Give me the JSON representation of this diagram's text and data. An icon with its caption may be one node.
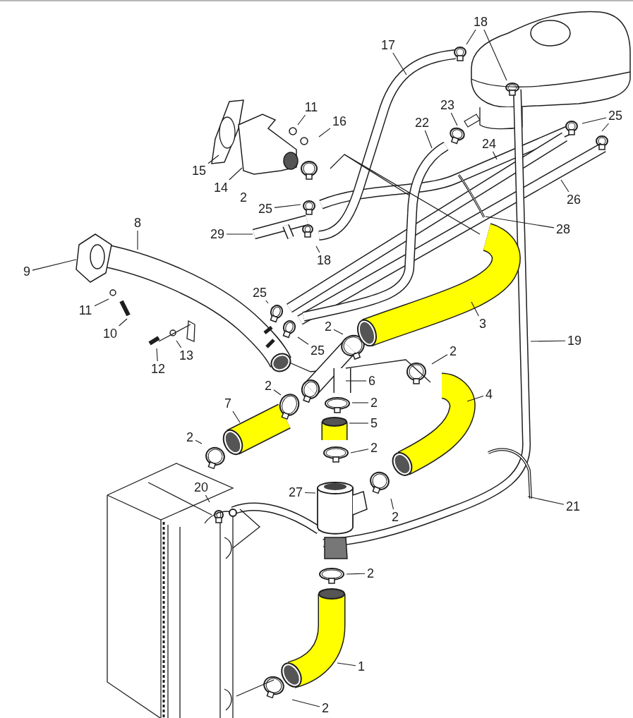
{
  "diagram": {
    "nodes": [
      {
        "text": [
          "18"
        ]
      },
      {
        "text": [
          "17"
        ]
      },
      {
        "text": [
          "11"
        ]
      },
      {
        "text": [
          "16"
        ]
      },
      {
        "text": [
          "23"
        ]
      },
      {
        "text": [
          "22"
        ]
      },
      {
        "text": [
          "25"
        ]
      },
      {
        "text": [
          "24"
        ]
      },
      {
        "text": [
          "15"
        ]
      },
      {
        "text": [
          "14"
        ]
      },
      {
        "text": [
          "26"
        ]
      },
      {
        "text": [
          "25"
        ]
      },
      {
        "text": [
          "28"
        ]
      },
      {
        "text": [
          "29"
        ]
      },
      {
        "text": [
          "18"
        ]
      },
      {
        "text": [
          "8"
        ]
      },
      {
        "text": [
          "9"
        ]
      },
      {
        "text": [
          "11"
        ]
      },
      {
        "text": [
          "25"
        ]
      },
      {
        "text": [
          "10"
        ]
      },
      {
        "text": [
          "3"
        ]
      },
      {
        "text": [
          "2"
        ]
      },
      {
        "text": [
          "19"
        ]
      },
      {
        "text": [
          "13"
        ]
      },
      {
        "text": [
          "25"
        ]
      },
      {
        "text": [
          "2"
        ]
      },
      {
        "text": [
          "12"
        ]
      },
      {
        "text": [
          "6"
        ]
      },
      {
        "text": [
          "2"
        ]
      },
      {
        "text": [
          "2"
        ]
      },
      {
        "text": [
          "7"
        ]
      },
      {
        "text": [
          "4"
        ]
      },
      {
        "text": [
          "5"
        ]
      },
      {
        "text": [
          "2"
        ]
      },
      {
        "text": [
          "2"
        ]
      },
      {
        "text": [
          "20"
        ]
      },
      {
        "text": [
          "27"
        ]
      },
      {
        "text": [
          "21"
        ]
      },
      {
        "text": [
          "2"
        ]
      },
      {
        "text": [
          "2"
        ]
      },
      {
        "text": [
          "1"
        ]
      },
      {
        "text": [
          "2"
        ]
      }
    ],
    "edges": [
      {
        "from": 0,
        "to": null,
        "arrow": "none"
      },
      {
        "from": 0,
        "to": null,
        "arrow": "none"
      },
      {
        "from": 1,
        "to": null,
        "arrow": "none"
      },
      {
        "from": 2,
        "to": null,
        "arrow": "none"
      },
      {
        "from": 3,
        "to": null,
        "arrow": "none"
      },
      {
        "from": 4,
        "to": null,
        "arrow": "none"
      },
      {
        "from": 5,
        "to": null,
        "arrow": "none"
      },
      {
        "from": 6,
        "to": null,
        "arrow": "none"
      },
      {
        "from": 6,
        "to": null,
        "arrow": "none"
      },
      {
        "from": 7,
        "to": null,
        "arrow": "none"
      },
      {
        "from": 8,
        "to": null,
        "arrow": "none"
      },
      {
        "from": 9,
        "to": null,
        "arrow": "none"
      },
      {
        "from": 10,
        "to": null,
        "arrow": "none"
      },
      {
        "from": 11,
        "to": null,
        "arrow": "none"
      },
      {
        "from": 12,
        "to": null,
        "arrow": "none"
      },
      {
        "from": 13,
        "to": null,
        "arrow": "none"
      },
      {
        "from": 14,
        "to": null,
        "arrow": "none"
      },
      {
        "from": 15,
        "to": null,
        "arrow": "none"
      },
      {
        "from": 16,
        "to": null,
        "arrow": "none"
      },
      {
        "from": 17,
        "to": null,
        "arrow": "none"
      },
      {
        "from": 18,
        "to": null,
        "arrow": "none"
      },
      {
        "from": 19,
        "to": null,
        "arrow": "none"
      },
      {
        "from": 20,
        "to": null,
        "arrow": "none"
      },
      {
        "from": 21,
        "to": null,
        "arrow": "none"
      },
      {
        "from": 22,
        "to": null,
        "arrow": "none"
      },
      {
        "from": 23,
        "to": null,
        "arrow": "none"
      },
      {
        "from": 24,
        "to": null,
        "arrow": "none"
      },
      {
        "from": 25,
        "to": null,
        "arrow": "none"
      },
      {
        "from": 26,
        "to": null,
        "arrow": "none"
      },
      {
        "from": 27,
        "to": null,
        "arrow": "none"
      },
      {
        "from": 28,
        "to": null,
        "arrow": "none"
      },
      {
        "from": 29,
        "to": null,
        "arrow": "none"
      },
      {
        "from": 30,
        "to": null,
        "arrow": "none"
      },
      {
        "from": 31,
        "to": null,
        "arrow": "none"
      },
      {
        "from": 32,
        "to": null,
        "arrow": "none"
      },
      {
        "from": 33,
        "to": null,
        "arrow": "none"
      },
      {
        "from": 34,
        "to": null,
        "arrow": "none"
      },
      {
        "from": 35,
        "to": null,
        "arrow": "none"
      },
      {
        "from": 36,
        "to": null,
        "arrow": "none"
      },
      {
        "from": 37,
        "to": null,
        "arrow": "none"
      },
      {
        "from": 38,
        "to": null,
        "arrow": "none"
      },
      {
        "from": 39,
        "to": null,
        "arrow": "none"
      },
      {
        "from": 40,
        "to": null,
        "arrow": "none"
      },
      {
        "from": 41,
        "to": null,
        "arrow": "none"
      }
    ],
    "labels": [
      "2"
    ]
  }
}
